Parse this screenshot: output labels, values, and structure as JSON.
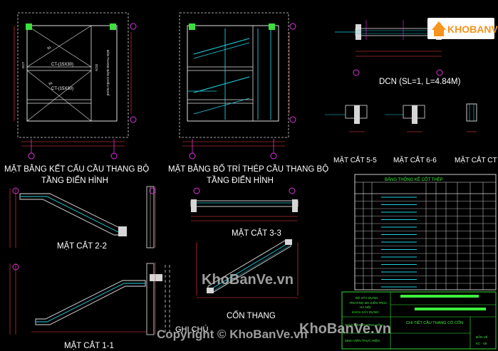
{
  "views": {
    "plan_structure": {
      "title_line1": "MẶT BẰNG KẾT CẤU CẦU THANG BỘ",
      "title_line2": "TẦNG ĐIỂN HÌNH"
    },
    "plan_rebar": {
      "title_line1": "MẶT BẰNG BỐ TRÍ THÉP CẦU THANG BỘ",
      "title_line2": "TẦNG ĐIỂN HÌNH"
    },
    "dcn": {
      "title": "DCN (SL=1, L=4.84M)"
    },
    "section_5_5": {
      "title": "MẶT CẮT  5-5"
    },
    "section_6_6": {
      "title": "MẶT CẮT  6-6"
    },
    "section_ct": {
      "title": "MẶT CẮT  CT"
    },
    "section_2_2": {
      "title": "MẶT CẮT 2-2"
    },
    "section_3_3": {
      "title": "MẶT CẮT 3-3"
    },
    "section_1_1": {
      "title": "MẶT CẮT 1-1"
    },
    "con_thang": {
      "title": "CỐN THANG"
    },
    "notes": {
      "title": "GHI CHÚ"
    }
  },
  "plan_labels": {
    "ct_upper": "CT-(15X30)",
    "ct_lower": "CT-(15X30)",
    "b1_upper": "B1",
    "b1_lower": "B1",
    "dcn_vertical": "DCN",
    "dct_vertical": "DCT",
    "landing_vertical": "BẢN THANG BẢN CHIẾU NGHỈ"
  },
  "rebar_schedule": {
    "title": "BẢNG THỐNG KÊ CỐT THÉP"
  },
  "title_block": {
    "ministry": "BỘ XÂY DỰNG",
    "school_line1": "TRƯỜNG ĐH KIẾN TRÚC",
    "school_line2": "HÀ NỘI",
    "faculty": "KHOA XÂY DỰNG",
    "drawing_title": "CHI TIẾT CẦU THANG CÓ CỐN",
    "advisor_label": "GIÁO VIÊN HƯỚNG DẪN",
    "student_label": "SINH VIÊN THỰC HIỆN",
    "sheet_label": "BẢN VẼ",
    "sheet_code": "KC - 05"
  },
  "watermark": {
    "text": "KhoBanVe.vn",
    "copyright": "Copyright © KhoBanVe.vn",
    "logo": "KHOBANVE"
  },
  "colors": {
    "background": "#000000",
    "text": "#ffffff",
    "concrete": "#d6d6d6",
    "grid": "#e030e0",
    "rebar": "#22d0e0",
    "dim": "#ff4040",
    "highlight": "#3cf03c",
    "stamp": "#f7941d"
  }
}
